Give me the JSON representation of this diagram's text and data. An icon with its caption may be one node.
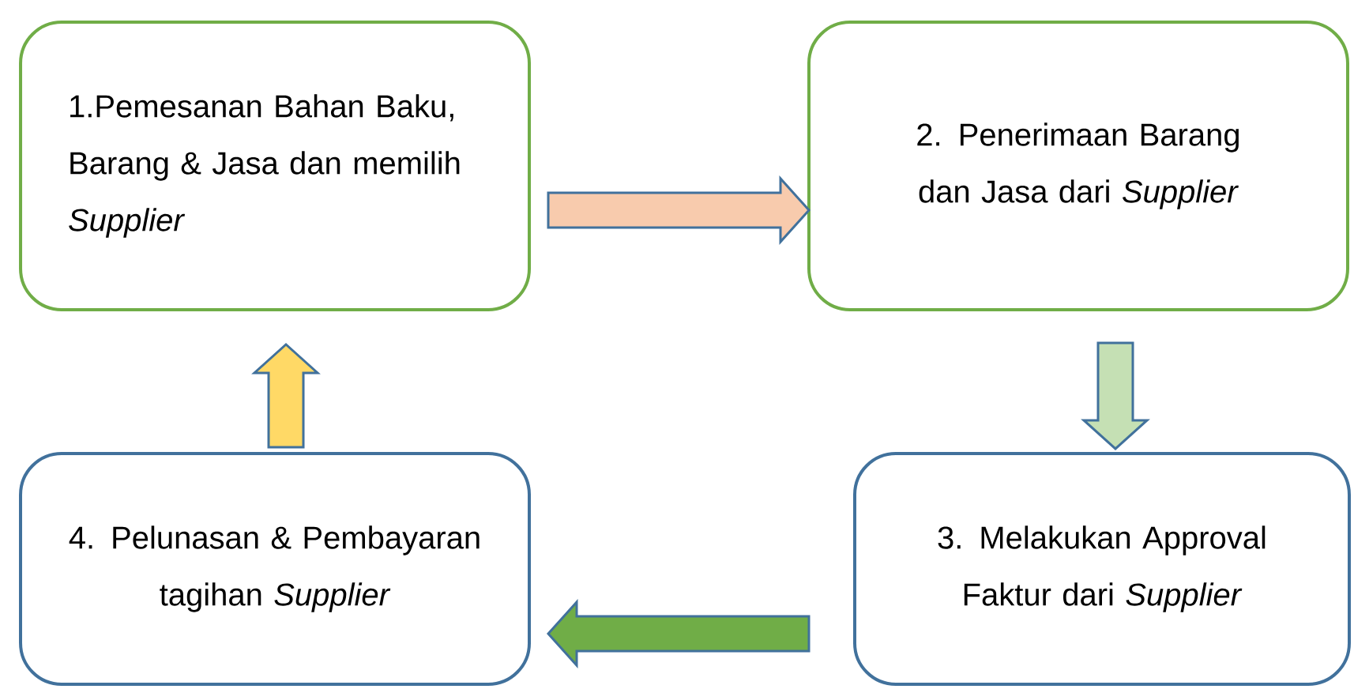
{
  "diagram": {
    "nodes": [
      {
        "text": [
          "1.Pemesanan Bahan Baku, Barang & Jasa dan memilih *Supplier*"
        ]
      },
      {
        "text": [
          "2. Penerimaan Barang dan Jasa dari *Supplier*"
        ]
      },
      {
        "text": [
          "3. Melakukan Approval Faktur dari *Supplier*"
        ]
      },
      {
        "text": [
          "4. Pelunasan & Pembayaran tagihan *Supplier*"
        ]
      }
    ],
    "edges": [
      {
        "from": 0,
        "to": 1,
        "arrow": "to",
        "color": "#f8cbad"
      },
      {
        "from": 1,
        "to": 2,
        "arrow": "to",
        "color": "#c5e0b4"
      },
      {
        "from": 2,
        "to": 3,
        "arrow": "to",
        "color": "#70ad47"
      },
      {
        "from": 3,
        "to": 0,
        "arrow": "to",
        "color": "#ffd966"
      }
    ]
  }
}
